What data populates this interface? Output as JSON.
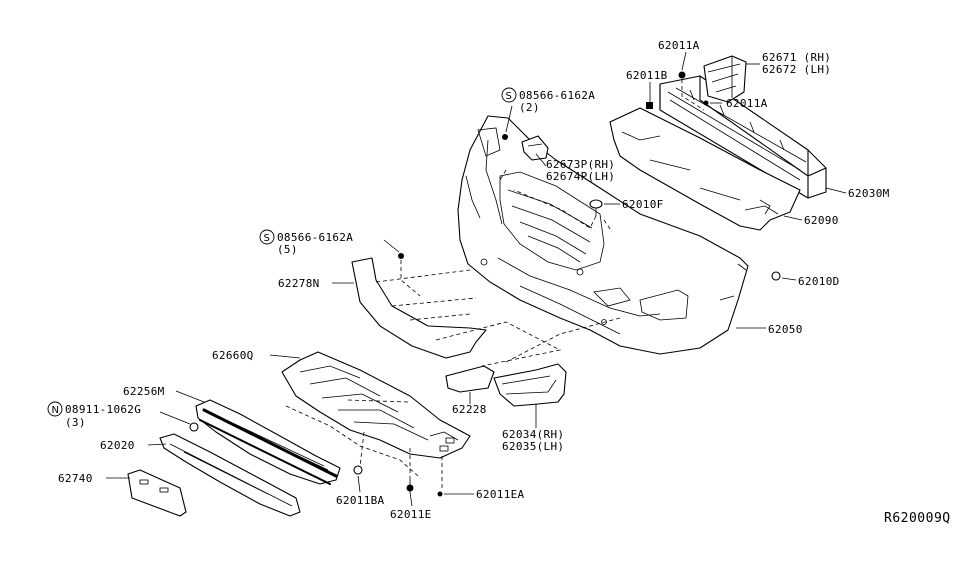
{
  "labels": {
    "p62011A_top": "62011A",
    "p62671": "62671 (RH)",
    "p62672": "62672 (LH)",
    "p62011B": "62011B",
    "p62011A_mid": "62011A",
    "p08566_top": "08566-6162A",
    "p08566_top_qty": "(2)",
    "p62673": "62673P(RH)",
    "p62674": "62674P(LH)",
    "p62030M": "62030M",
    "p62010F": "62010F",
    "p62090": "62090",
    "p08566_left": "08566-6162A",
    "p08566_left_qty": "(5)",
    "p62010D": "62010D",
    "p62278N": "62278N",
    "p62050": "62050",
    "p62660Q": "62660Q",
    "p62256M": "62256M",
    "p08911": "08911-1062G",
    "p08911_qty": "(3)",
    "p62228": "62228",
    "p62034": "62034(RH)",
    "p62035": "62035(LH)",
    "p62020": "62020",
    "p62740": "62740",
    "p62011BA": "62011BA",
    "p62011E": "62011E",
    "p62011EA": "62011EA",
    "ref_code": "R620009Q"
  },
  "symbols": {
    "s_top": "S",
    "s_left": "S",
    "n_left": "N"
  }
}
